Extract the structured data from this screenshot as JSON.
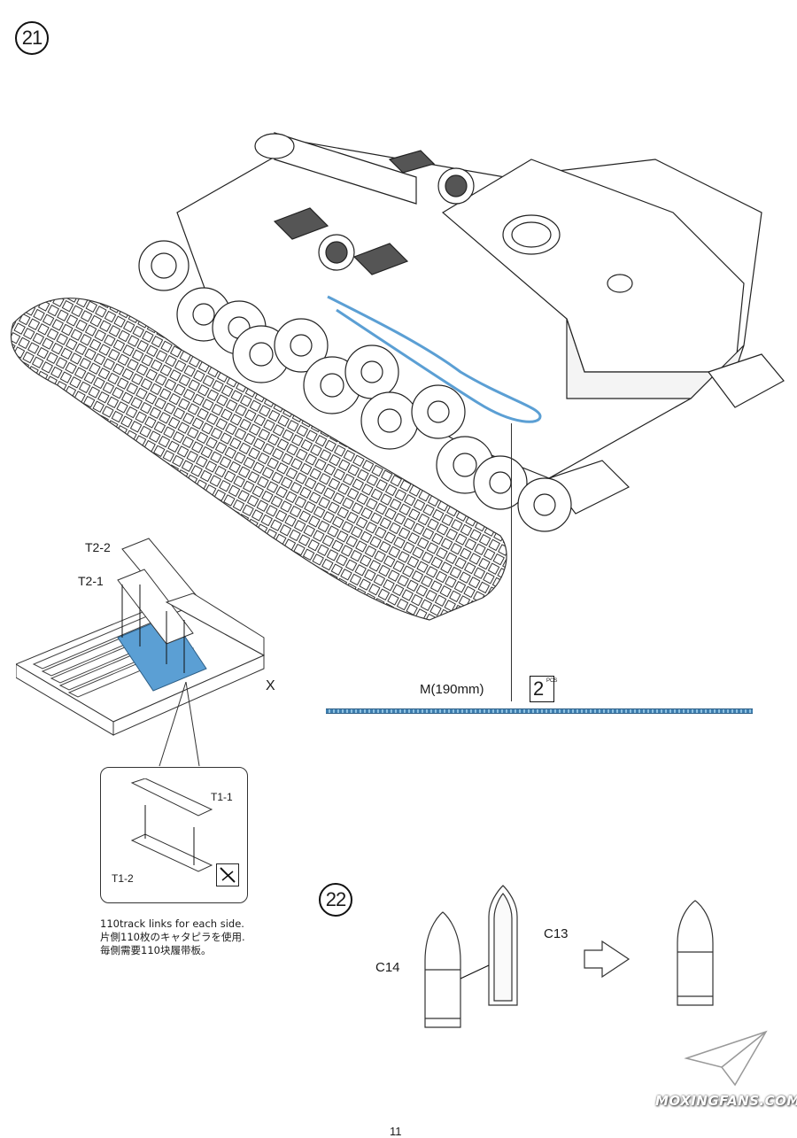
{
  "step21": {
    "number": "21",
    "parts": {
      "t2_2": "T2-2",
      "t2_1": "T2-1",
      "x": "X",
      "t1_1": "T1-1",
      "t1_2": "T1-2"
    },
    "wire": {
      "label": "M(190mm)",
      "quantity": "2",
      "quantity_unit": "PCS",
      "color": "#4a90c8"
    },
    "notes": [
      "110track links for each side.",
      "片側110枚のキャタピラを使用.",
      "毎側需要110块履带板。"
    ],
    "cut_icon": "nipper-cut-icon"
  },
  "step22": {
    "number": "22",
    "parts": {
      "c14": "C14",
      "c13": "C13"
    }
  },
  "watermark": "MOXINGFANS.COM",
  "page_number": "11",
  "colors": {
    "highlight_blue": "#5b9fd4",
    "line": "#222222"
  }
}
